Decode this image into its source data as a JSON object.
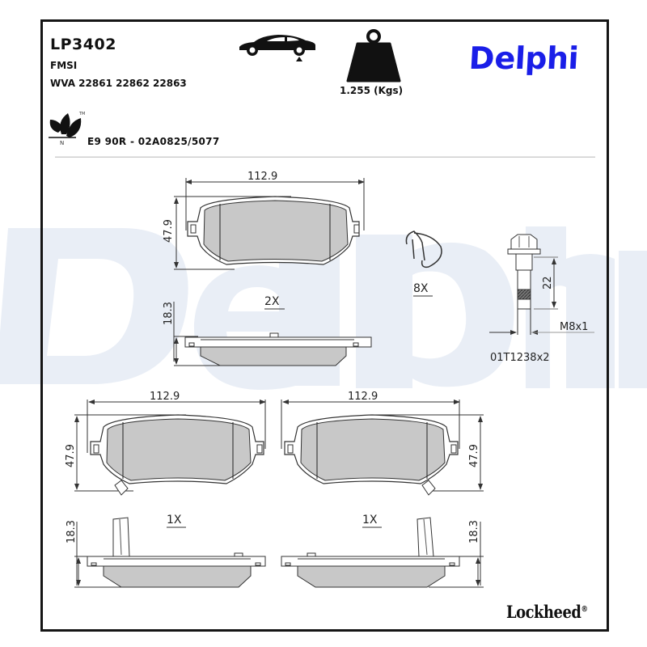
{
  "header": {
    "part_number": "LP3402",
    "fmsi_label": "FMSI",
    "wva_label": "WVA 22861 22862 22863",
    "axle_icon": "car-rear-axle-icon",
    "weight_icon": "weight-icon",
    "weight_value": "1.255 (Kgs)",
    "brand": "Delphi",
    "brand_color": "#1a1ee8",
    "eco_icon": "leaf-eco-icon",
    "eco_mark": "N",
    "approval": "E9 90R - 02A0825/5077"
  },
  "drawing": {
    "top_pad": {
      "width": "112.9",
      "height": "47.9",
      "thickness": "18.3",
      "quantity": "2X"
    },
    "clip": {
      "quantity": "8X",
      "icon": "spring-clip-icon"
    },
    "bolt": {
      "length": "22",
      "thread": "M8x1",
      "code": "01T1238x2",
      "icon": "bolt-icon"
    },
    "bottom_left_pad": {
      "width": "112.9",
      "height": "47.9",
      "thickness": "18.3",
      "quantity": "1X"
    },
    "bottom_right_pad": {
      "width": "112.9",
      "height": "47.9",
      "thickness": "18.3",
      "quantity": "1X"
    }
  },
  "footer": {
    "brand": "Lockheed",
    "trademark": "®"
  },
  "watermark": {
    "text": "Delphi",
    "color": "#e8edf5"
  }
}
